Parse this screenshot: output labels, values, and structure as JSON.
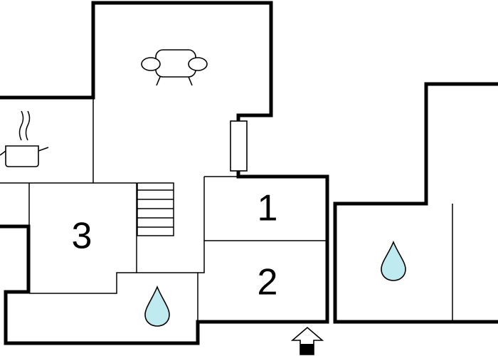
{
  "rooms": {
    "room_1": "1",
    "room_2": "2",
    "room_3": "3"
  },
  "icons": {
    "sofa": "sofa-icon",
    "cooking_pot": "cooking-pot-icon",
    "water_drop": "water-drop-icon",
    "entrance": "entrance-arrow-icon",
    "fireplace": "fireplace-icon",
    "stairs": "stairs-icon"
  },
  "colors": {
    "wall": "#000000",
    "background": "#ffffff",
    "water": "#bfeaf0"
  }
}
